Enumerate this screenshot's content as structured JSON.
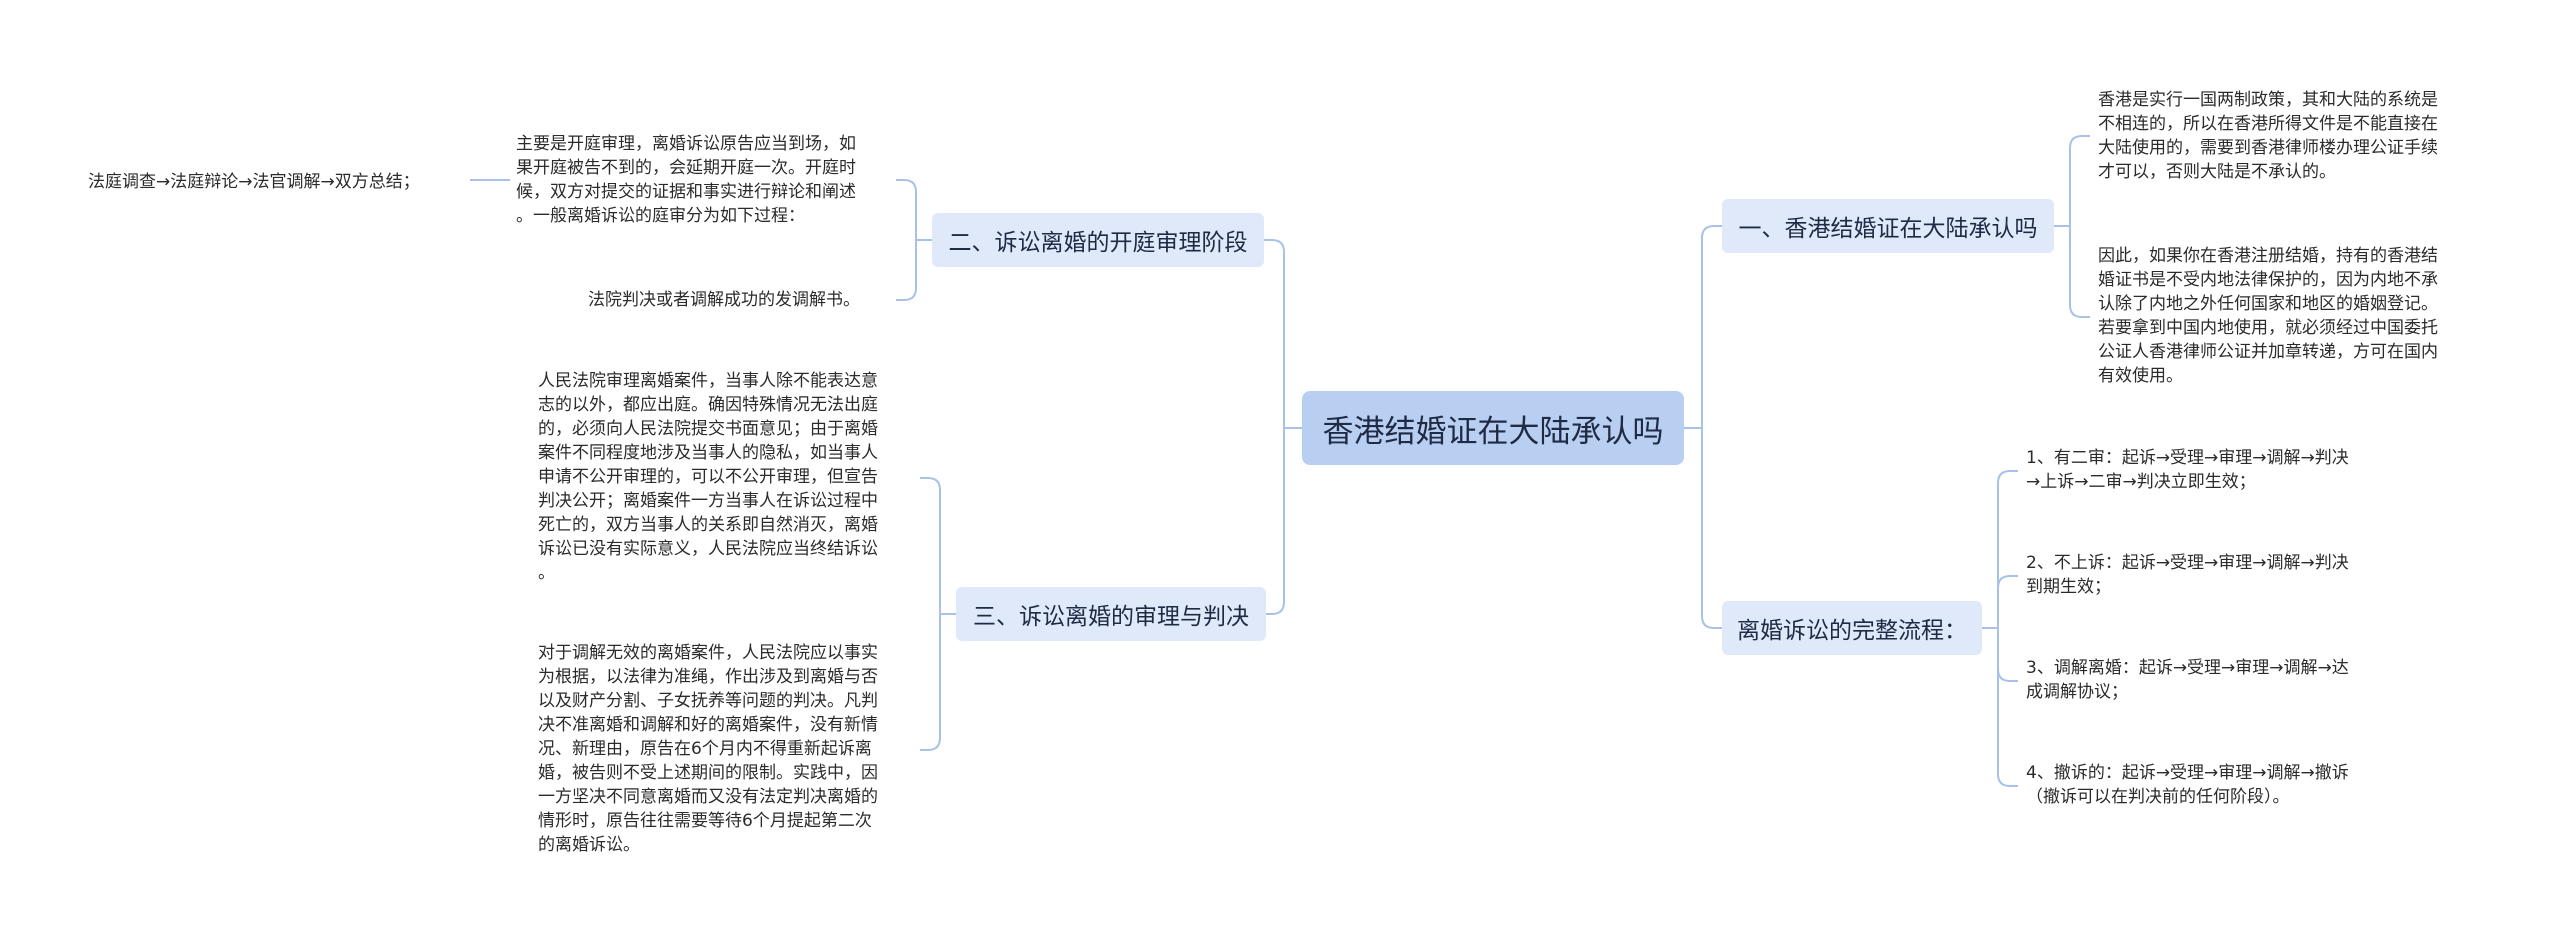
{
  "root": {
    "label": "香港结婚证在大陆承认吗"
  },
  "branches": {
    "b1": {
      "label": "一、香港结婚证在大陆承认吗"
    },
    "b2": {
      "label": "离婚诉讼的完整流程："
    },
    "b3": {
      "label": "二、诉讼离婚的开庭审理阶段"
    },
    "b4": {
      "label": "三、诉讼离婚的审理与判决"
    }
  },
  "leaves": {
    "b1_1": "香港是实行一国两制政策，其和大陆的系统是\n不相连的，所以在香港所得文件是不能直接在\n大陆使用的，需要到香港律师楼办理公证手续\n才可以，否则大陆是不承认的。",
    "b1_2": "因此，如果你在香港注册结婚，持有的香港结\n婚证书是不受内地法律保护的，因为内地不承\n认除了内地之外任何国家和地区的婚姻登记。\n若要拿到中国内地使用，就必须经过中国委托\n公证人香港律师公证并加章转递，方可在国内\n有效使用。",
    "b2_1": "1、有二审：起诉→受理→审理→调解→判决\n→上诉→二审→判决立即生效；",
    "b2_2": "2、不上诉：起诉→受理→审理→调解→判决\n到期生效；",
    "b2_3": "3、调解离婚：起诉→受理→审理→调解→达\n成调解协议；",
    "b2_4": "4、撤诉的：起诉→受理→审理→调解→撤诉\n（撤诉可以在判决前的任何阶段）。",
    "b3_1": "主要是开庭审理，离婚诉讼原告应当到场，如\n果开庭被告不到的，会延期开庭一次。开庭时\n候，双方对提交的证据和事实进行辩论和阐述\n。一般离婚诉讼的庭审分为如下过程：",
    "b3_1_1": "法庭调查→法庭辩论→法官调解→双方总结；",
    "b3_2": "法院判决或者调解成功的发调解书。",
    "b4_1": "人民法院审理离婚案件，当事人除不能表达意\n志的以外，都应出庭。确因特殊情况无法出庭\n的，必须向人民法院提交书面意见；由于离婚\n案件不同程度地涉及当事人的隐私，如当事人\n申请不公开审理的，可以不公开审理，但宣告\n判决公开；离婚案件一方当事人在诉讼过程中\n死亡的，双方当事人的关系即自然消灭，离婚\n诉讼已没有实际意义，人民法院应当终结诉讼\n。",
    "b4_2": "对于调解无效的离婚案件，人民法院应以事实\n为根据，以法律为准绳，作出涉及到离婚与否\n以及财产分割、子女抚养等问题的判决。凡判\n决不准离婚和调解和好的离婚案件，没有新情\n况、新理由，原告在6个月内不得重新起诉离\n婚，被告则不受上述期间的限制。实践中，因\n一方坚决不同意离婚而又没有法定判决离婚的\n情形时，原告往往需要等待6个月提起第二次\n的离婚诉讼。"
  },
  "colors": {
    "line": "#a9c1e8",
    "root_fill": "#b9cff2",
    "branch_fill": "#dfe9fa"
  }
}
